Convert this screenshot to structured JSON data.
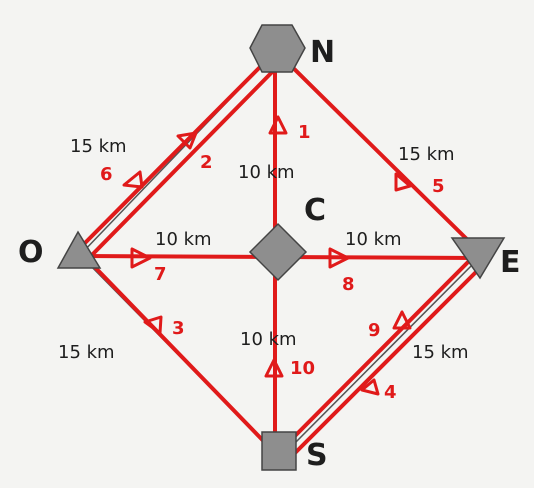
{
  "nodes": {
    "N": {
      "label": "N"
    },
    "C": {
      "label": "C"
    },
    "O": {
      "label": "O"
    },
    "E": {
      "label": "E"
    },
    "S": {
      "label": "S"
    }
  },
  "distances": {
    "no": "15 km",
    "ne": "15 km",
    "so": "15 km",
    "se": "15 km",
    "cn": "10 km",
    "co": "10 km",
    "ce": "10 km",
    "cs": "10 km"
  },
  "edge_numbers": [
    "1",
    "2",
    "3",
    "4",
    "5",
    "6",
    "7",
    "8",
    "9",
    "10"
  ],
  "colors": {
    "route": "#e01a1a",
    "shape": "#8e8e8e",
    "ink": "#1e1e1e"
  }
}
